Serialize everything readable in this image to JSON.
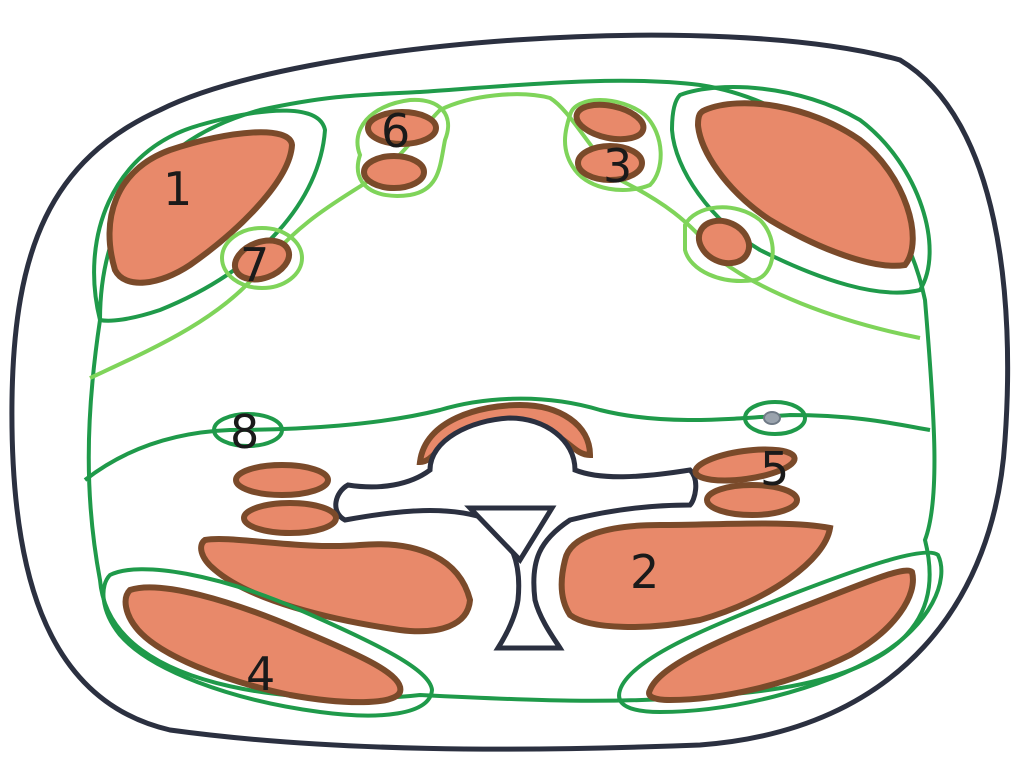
{
  "labels": {
    "one": "1",
    "two": "2",
    "three": "3",
    "four": "4",
    "five": "5",
    "six": "6",
    "seven": "7",
    "eight": "8"
  },
  "colors": {
    "outline": "#2b3040",
    "fascia_dark": "#1f9a4a",
    "fascia_light": "#7fd45a",
    "muscle_fill": "#e8896a",
    "muscle_edge": "#7a4a2a",
    "vessel_fill": "#9aa3ad"
  }
}
